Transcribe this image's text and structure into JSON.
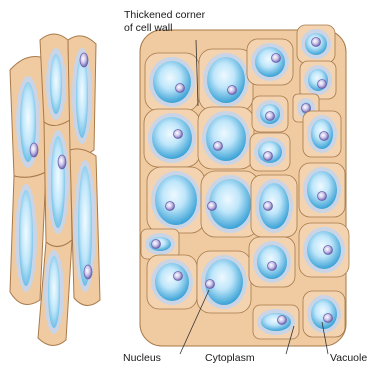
{
  "labels": {
    "wall_corner_line1": "Thickened corner",
    "wall_corner_line2": "of cell wall",
    "nucleus": "Nucleus",
    "cytoplasm": "Cytoplasm",
    "vacuole": "Vacuole"
  },
  "colors": {
    "cell_wall": "#f0caa0",
    "wall_outline": "#a77a4a",
    "cytoplasm": "#c9d5e6",
    "vacuole_outer": "#3aa2d6",
    "vacuole_inner": "#e2f5ff",
    "nucleus": "#8e84c4",
    "leader_line": "#333333"
  }
}
